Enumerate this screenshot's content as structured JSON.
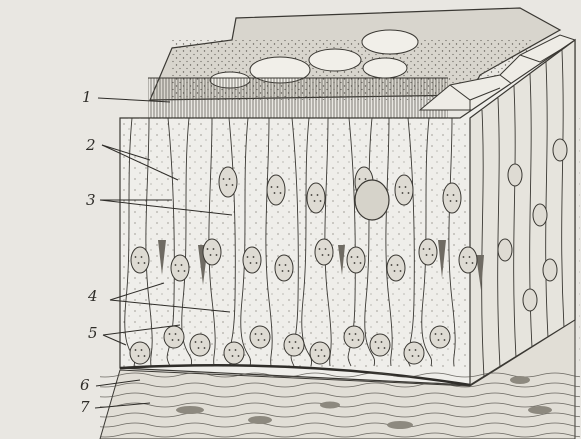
{
  "figure": {
    "labels": [
      {
        "id": "label-1",
        "text": "1"
      },
      {
        "id": "label-2",
        "text": "2"
      },
      {
        "id": "label-3",
        "text": "3"
      },
      {
        "id": "label-4",
        "text": "4"
      },
      {
        "id": "label-5",
        "text": "5"
      },
      {
        "id": "label-6",
        "text": "6"
      },
      {
        "id": "label-7",
        "text": "7"
      }
    ]
  },
  "colors": {
    "paper": "#e9e7e2",
    "ink": "#3a3833",
    "cytoplasm": "#efeeea",
    "shade": "#cfccc4"
  }
}
